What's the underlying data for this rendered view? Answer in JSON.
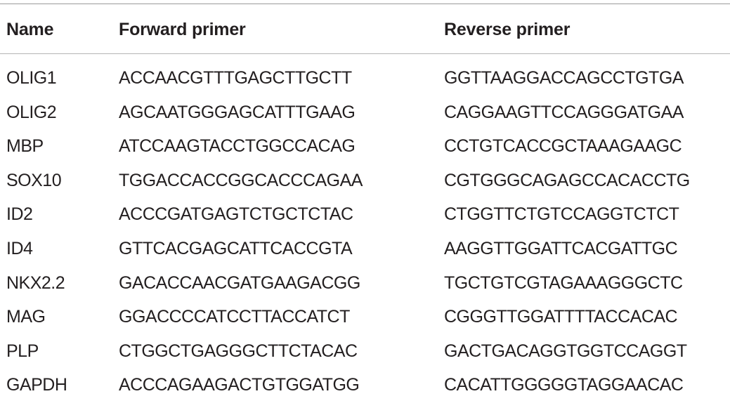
{
  "table": {
    "headers": {
      "name": "Name",
      "forward": "Forward primer",
      "reverse": "Reverse primer"
    },
    "rows": [
      {
        "name": "OLIG1",
        "forward": "ACCAACGTTTGAGCTTGCTT",
        "reverse": "GGTTAAGGACCAGCCTGTGA"
      },
      {
        "name": "OLIG2",
        "forward": "AGCAATGGGAGCATTTGAAG",
        "reverse": "CAGGAAGTTCCAGGGATGAA"
      },
      {
        "name": "MBP",
        "forward": "ATCCAAGTACCTGGCCACAG",
        "reverse": "CCTGTCACCGCTAAAGAAGC"
      },
      {
        "name": "SOX10",
        "forward": "TGGACCACCGGCACCCAGAA",
        "reverse": "CGTGGGCAGAGCCACACCTG"
      },
      {
        "name": "ID2",
        "forward": "ACCCGATGAGTCTGCTCTAC",
        "reverse": "CTGGTTCTGTCCAGGTCTCT"
      },
      {
        "name": "ID4",
        "forward": "GTTCACGAGCATTCACCGTA",
        "reverse": "AAGGTTGGATTCACGATTGC"
      },
      {
        "name": "NKX2.2",
        "forward": "GACACCAACGATGAAGACGG",
        "reverse": "TGCTGTCGTAGAAAGGGCTC"
      },
      {
        "name": "MAG",
        "forward": "GGACCCCATCCTTACCATCT",
        "reverse": "CGGGTTGGATTTTACCACAC"
      },
      {
        "name": "PLP",
        "forward": "CTGGCTGAGGGCTTCTACAC",
        "reverse": "GACTGACAGGTGGTCCAGGT"
      },
      {
        "name": "GAPDH",
        "forward": "ACCCAGAAGACTGTGGATGG",
        "reverse": "CACATTGGGGGTAGGAACAC"
      }
    ]
  }
}
